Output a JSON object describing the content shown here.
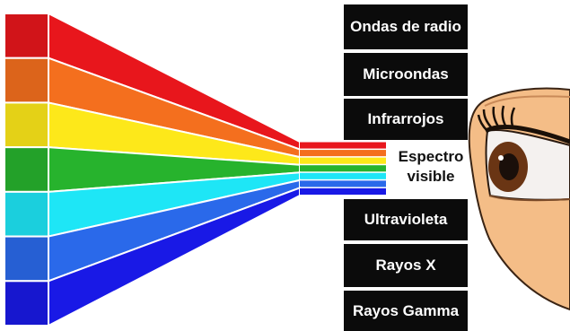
{
  "spectrum": {
    "bands": [
      {
        "name": "red",
        "color": "#e8161c"
      },
      {
        "name": "orange",
        "color": "#f46f1e"
      },
      {
        "name": "yellow",
        "color": "#fde81a"
      },
      {
        "name": "green",
        "color": "#27b32d"
      },
      {
        "name": "cyan",
        "color": "#1ee6f6"
      },
      {
        "name": "blue",
        "color": "#2a69ea"
      },
      {
        "name": "violet",
        "color": "#1919e6"
      }
    ]
  },
  "labels": {
    "radio": "Ondas de radio",
    "microwave": "Microondas",
    "infrared": "Infrarrojos",
    "visible_line1": "Espectro",
    "visible_line2": "visible",
    "ultraviolet": "Ultravioleta",
    "xray": "Rayos X",
    "gamma": "Rayos Gamma"
  },
  "eye": {
    "skin_color": "#f4bd87",
    "iris_color": "#6a3514",
    "sclera_color": "#f4f1ef"
  }
}
